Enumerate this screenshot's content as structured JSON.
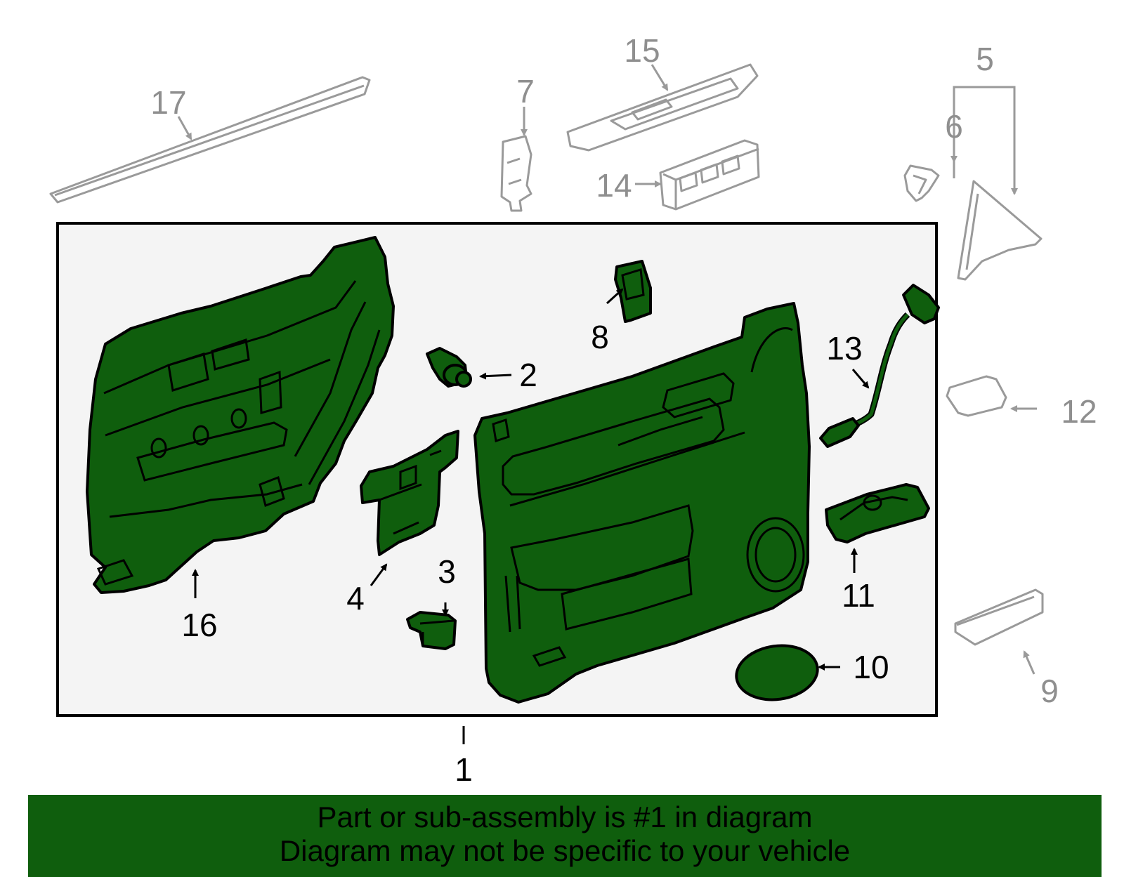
{
  "colors": {
    "part_fill": "#0f5e0d",
    "panel_bg": "#f4f4f4",
    "banner_bg": "#0f5e0d",
    "callout_main": "#000000",
    "callout_other": "#8f8f8f"
  },
  "callouts": {
    "c1": "1",
    "c2": "2",
    "c3": "3",
    "c4": "4",
    "c5": "5",
    "c6": "6",
    "c7": "7",
    "c8": "8",
    "c9": "9",
    "c10": "10",
    "c11": "11",
    "c12": "12",
    "c13": "13",
    "c14": "14",
    "c15": "15",
    "c16": "16",
    "c17": "17"
  },
  "banner": {
    "line1": "Part or sub-assembly is #1 in diagram",
    "line2": "Diagram may not be specific to your vehicle"
  }
}
